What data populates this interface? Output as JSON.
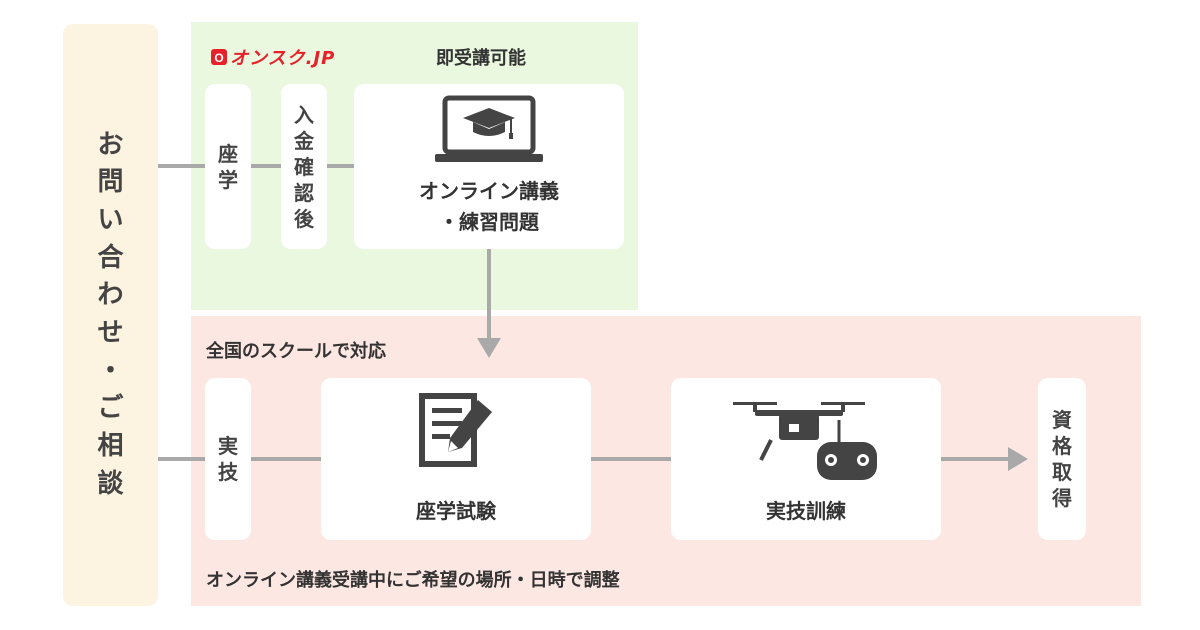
{
  "inquiry": {
    "chars": [
      "お",
      "問",
      "い",
      "合",
      "わ",
      "せ",
      "・",
      "ご",
      "相",
      "談"
    ]
  },
  "online_zone": {
    "logo_text": "オンスク.JP",
    "heading": "即受講可能",
    "study": {
      "chars": [
        "座",
        "学"
      ]
    },
    "after_payment": {
      "chars": [
        "入",
        "金",
        "確",
        "認",
        "後"
      ]
    },
    "lecture": {
      "line1": "オンライン講義",
      "line2": "・練習問題",
      "icon": "laptop-graduation-cap-icon"
    }
  },
  "school_zone": {
    "heading": "全国のスクールで対応",
    "practical": {
      "chars": [
        "実",
        "技"
      ]
    },
    "exam": {
      "label": "座学試験",
      "icon": "document-pencil-icon"
    },
    "training": {
      "label": "実技訓練",
      "icon": "drone-controller-icon"
    },
    "certification": {
      "chars": [
        "資",
        "格",
        "取",
        "得"
      ]
    },
    "footer_note": "オンライン講義受講中にご希望の場所・日時で調整"
  },
  "colors": {
    "online_zone_bg": "#e9f8df",
    "school_zone_bg": "#fde7e3",
    "inquiry_bg": "#fdf3e1",
    "logo_red": "#e8202a",
    "connector_gray": "#a9a9a9"
  }
}
